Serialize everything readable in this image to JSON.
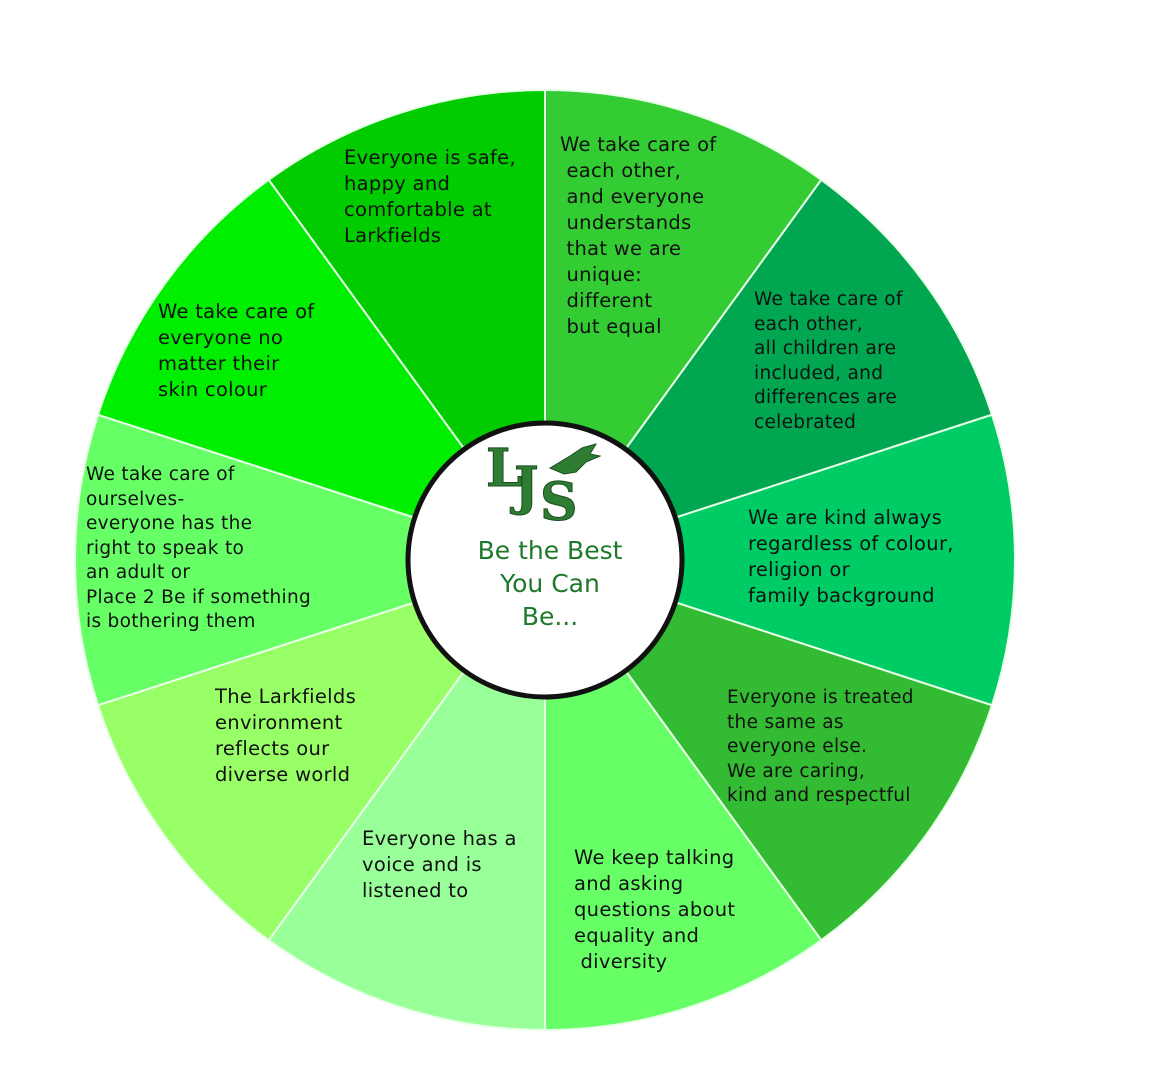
{
  "center": {
    "logo_text": "LJS",
    "tagline": "Be the Best\nYou Can\nBe..."
  },
  "segments": [
    {
      "id": "top-right",
      "text": "We take care of\n each other,\n and everyone\n understands\n that we are\n unique:\n different\n but equal",
      "color": "#33cc33"
    },
    {
      "id": "upper-right",
      "text": "We take care of\neach other,\nall children are\nincluded, and\ndifferences are\ncelebrated",
      "color": "#00a650"
    },
    {
      "id": "right",
      "text": "We are kind always\nregardless of colour,\nreligion or\nfamily background",
      "color": "#00cc66"
    },
    {
      "id": "lower-right",
      "text": "Everyone is treated\nthe same as\neveryone else.\nWe are caring,\nkind and respectful",
      "color": "#33bb33"
    },
    {
      "id": "bottom-right",
      "text": "We keep talking\nand asking\nquestions about\nequality and\n diversity",
      "color": "#66ff66"
    },
    {
      "id": "bottom-left",
      "text": "Everyone has a\nvoice and is\nlistened to",
      "color": "#99ff99"
    },
    {
      "id": "lower-left",
      "text": "The Larkfields\nenvironment\nreflects our\ndiverse world",
      "color": "#99ff66"
    },
    {
      "id": "left",
      "text": "We take care of\nourselves-\neveryone has the\nright to speak to\nan adult or\nPlace 2 Be if something\nis bothering them",
      "color": "#66ff66"
    },
    {
      "id": "upper-left",
      "text": "We take care of\neveryone no\nmatter their\nskin colour",
      "color": "#00ee00"
    },
    {
      "id": "top-left",
      "text": "Everyone is safe,\nhappy and\ncomfortable at\nLarkfields",
      "color": "#00cc00"
    }
  ]
}
